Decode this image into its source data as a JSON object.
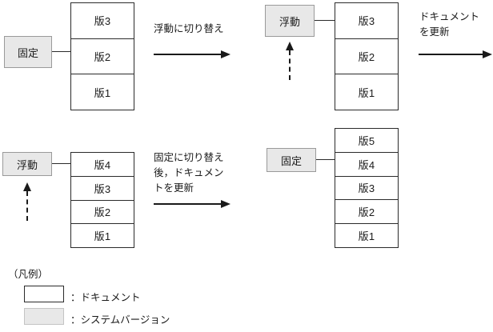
{
  "diagram": {
    "panels": [
      {
        "id": "top-left",
        "state_box": {
          "label": "固定",
          "kind": "system-version"
        },
        "stack": {
          "cells": [
            "版3",
            "版2",
            "版1"
          ],
          "linked_index": 1
        }
      },
      {
        "id": "top-right",
        "state_box": {
          "label": "浮動",
          "kind": "system-version"
        },
        "stack": {
          "cells": [
            "版3",
            "版2",
            "版1"
          ],
          "linked_index": 0
        }
      },
      {
        "id": "bottom-left",
        "state_box": {
          "label": "浮動",
          "kind": "system-version"
        },
        "stack": {
          "cells": [
            "版4",
            "版3",
            "版2",
            "版1"
          ],
          "linked_index": 0
        }
      },
      {
        "id": "bottom-right",
        "state_box": {
          "label": "固定",
          "kind": "system-version"
        },
        "stack": {
          "cells": [
            "版5",
            "版4",
            "版3",
            "版2",
            "版1"
          ],
          "linked_index": 1
        }
      }
    ],
    "transitions": [
      {
        "id": "t1",
        "lines": [
          "浮動に切り替え"
        ]
      },
      {
        "id": "t2",
        "lines": [
          "ドキュメント",
          "を更新"
        ]
      },
      {
        "id": "t3",
        "lines": [
          "固定に切り替え",
          "後，ドキュメン",
          "トを更新"
        ]
      },
      {
        "id": "t4",
        "lines": []
      }
    ]
  },
  "legend": {
    "title": "（凡例）",
    "entries": [
      {
        "swatch": "document",
        "label": "：ドキュメント"
      },
      {
        "swatch": "system-version",
        "label": "：システムバージョン"
      }
    ]
  },
  "colors": {
    "stroke": "#2b2b2b",
    "system_version_fill": "#e8e8e8",
    "document_fill": "#ffffff",
    "text": "#1a1a1a"
  }
}
